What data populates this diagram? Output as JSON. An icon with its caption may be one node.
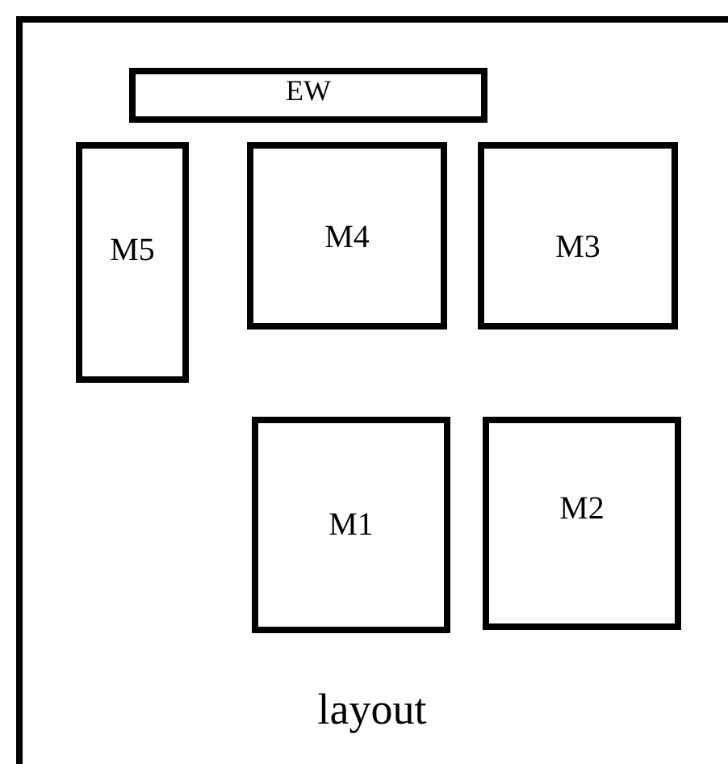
{
  "diagram": {
    "nodes": [
      {
        "text": [
          "layout"
        ]
      },
      {
        "text": [
          "EW"
        ],
        "in": 0
      },
      {
        "text": [
          "M5"
        ],
        "in": 0
      },
      {
        "text": [
          "M4"
        ],
        "in": 0
      },
      {
        "text": [
          "M3"
        ],
        "in": 0
      },
      {
        "text": [
          "M1"
        ],
        "in": 0
      },
      {
        "text": [
          "M2"
        ],
        "in": 0
      }
    ]
  }
}
